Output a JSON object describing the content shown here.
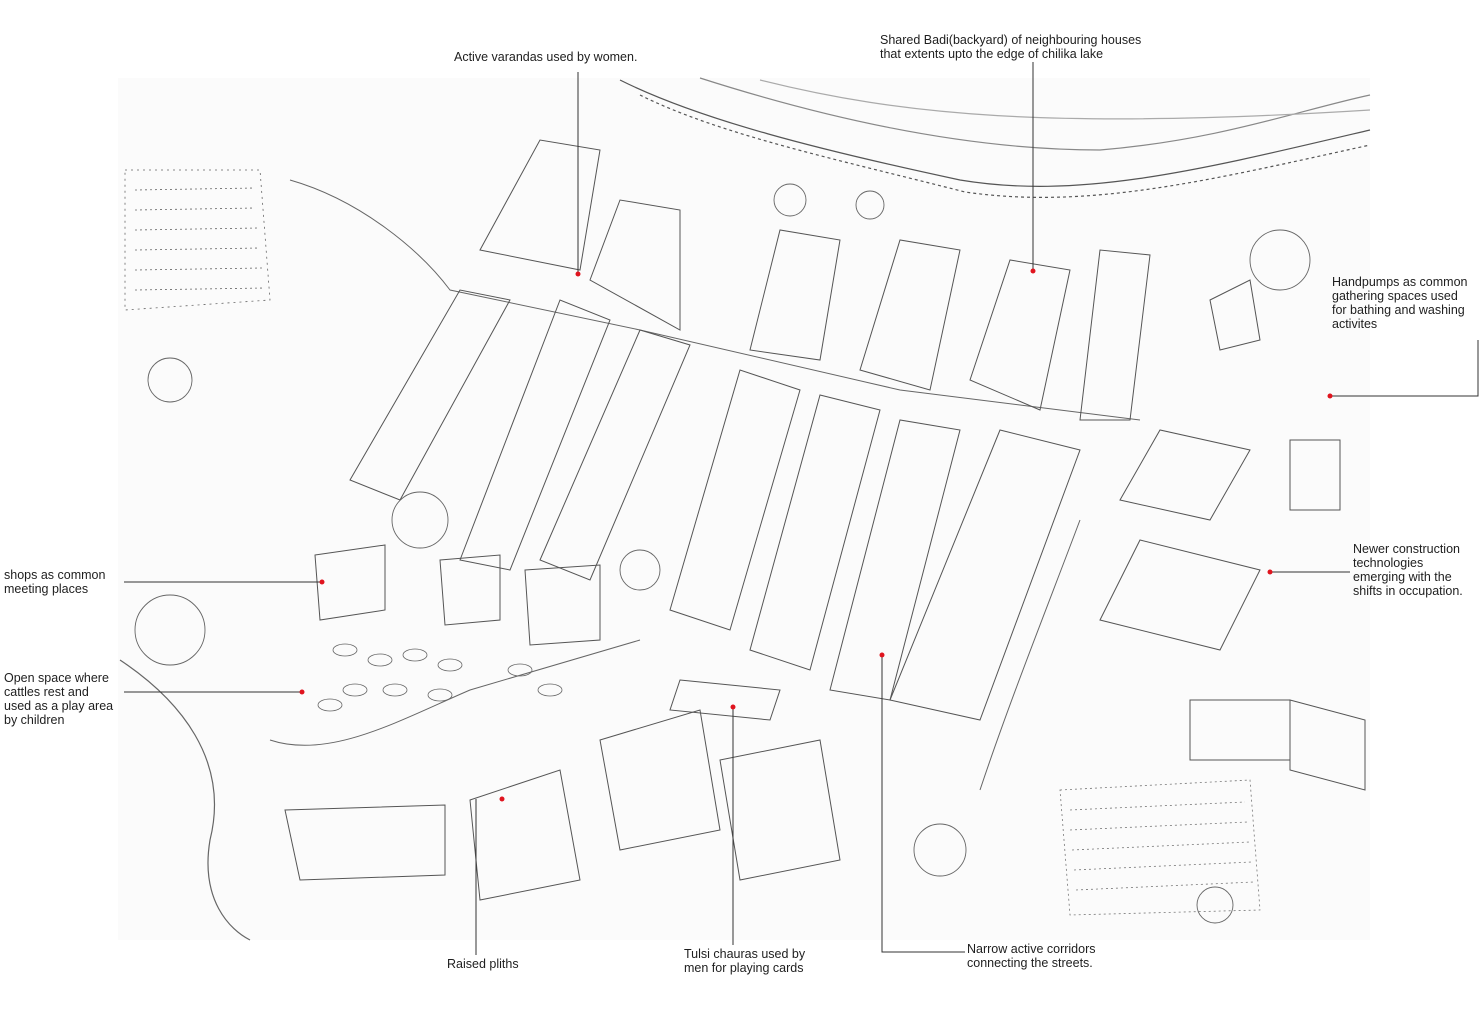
{
  "annotations": {
    "active_varandas": "Active varandas used by women.",
    "shared_badi": "Shared Badi(backyard) of neighbouring houses\nthat extents upto the edge of chilika lake",
    "handpumps": "Handpumps as common\ngathering spaces used\nfor bathing and washing\nactivites",
    "shops": "shops as common\nmeeting places",
    "open_space": "Open space where\ncattles rest and\nused as a play area\nby children",
    "newer_construction": "Newer construction\ntechnologies\nemerging with the\nshifts in occupation.",
    "raised_pliths": "Raised pliths",
    "tulsi_chauras": "Tulsi chauras used by\nmen for playing cards",
    "narrow_corridors": "Narrow active corridors\nconnecting the streets."
  },
  "colors": {
    "leader_line": "#333333",
    "marker_dot": "#e0141e",
    "sketch_ink": "#555555",
    "paper": "#fbfbfb"
  }
}
